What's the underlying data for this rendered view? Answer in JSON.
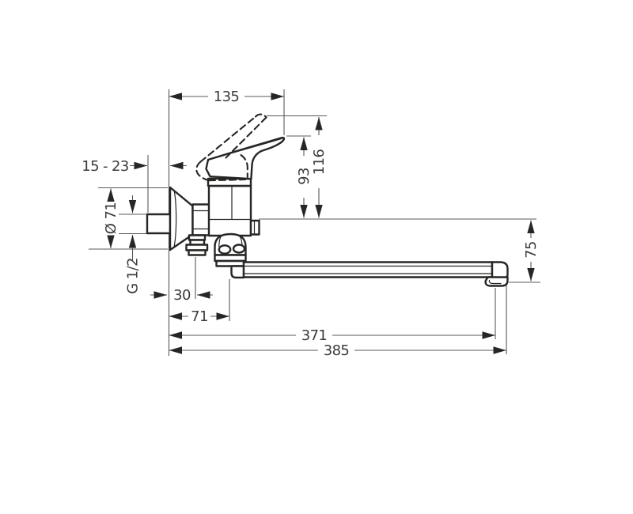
{
  "dimensions": {
    "wall_to_handle_tip": "135",
    "wall_thickness_range": "15 - 23",
    "escutcheon_diameter": "Ø 71",
    "connection_thread": "G 1/2",
    "axis_to_handle_closed": "93",
    "axis_to_handle_open": "116",
    "wall_to_outlet_port": "30",
    "wall_to_spout_axis": "71",
    "wall_to_aerator": "371",
    "wall_to_spout_tip": "385",
    "axis_to_spout_outlet_drop": "75"
  },
  "colors": {
    "outline": "#262624",
    "dimension": "#595958",
    "text": "#3c3c3b",
    "background": "#ffffff"
  }
}
